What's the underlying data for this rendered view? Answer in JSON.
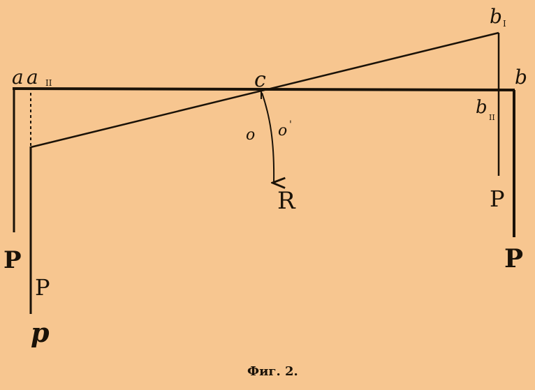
{
  "figure": {
    "caption": "Фиг. 2.",
    "point_labels": {
      "a": "a",
      "a_sub": "a",
      "a_sub_mark": "II",
      "c": "c",
      "b": "b",
      "b_top": "b",
      "b_top_mark": "I",
      "b_low": "b",
      "b_low_mark": "II"
    },
    "angle_labels": {
      "o_left": "o",
      "o_right": "o",
      "o_right_mark": "'"
    },
    "force_labels": {
      "resultant": "R",
      "left_outer": "P",
      "left_inner": "P",
      "left_bottom": "p",
      "right_inner": "P",
      "right_outer": "P"
    }
  }
}
